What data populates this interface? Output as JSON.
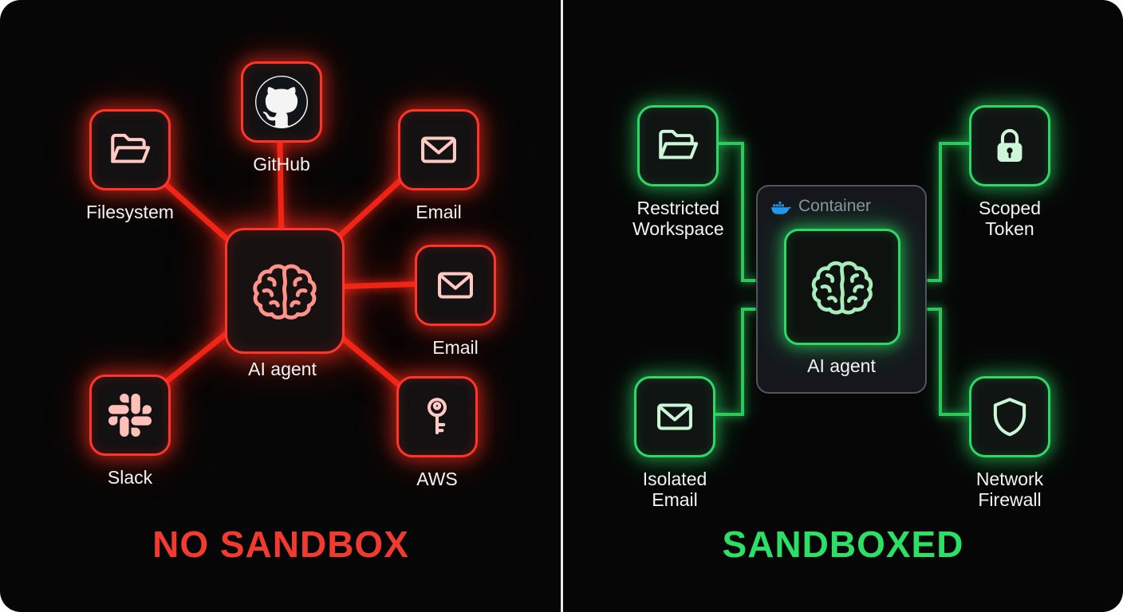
{
  "left": {
    "title": "NO SANDBOX",
    "accent": "#ff352b",
    "agent": {
      "label": "AI agent"
    },
    "nodes": [
      {
        "id": "filesystem",
        "label": "Filesystem",
        "icon": "folder-icon"
      },
      {
        "id": "github",
        "label": "GitHub",
        "icon": "github-icon"
      },
      {
        "id": "email-top",
        "label": "Email",
        "icon": "envelope-icon"
      },
      {
        "id": "email-right",
        "label": "Email",
        "icon": "envelope-icon"
      },
      {
        "id": "aws",
        "label": "AWS",
        "icon": "key-icon"
      },
      {
        "id": "slack",
        "label": "Slack",
        "icon": "slack-icon"
      }
    ]
  },
  "right": {
    "title": "SANDBOXED",
    "accent": "#2ce066",
    "container_label": "Container",
    "agent": {
      "label": "AI agent"
    },
    "nodes": [
      {
        "id": "restricted-workspace",
        "label": "Restricted\nWorkspace",
        "icon": "folder-icon"
      },
      {
        "id": "scoped-token",
        "label": "Scoped\nToken",
        "icon": "lock-icon"
      },
      {
        "id": "isolated-email",
        "label": "Isolated\nEmail",
        "icon": "envelope-icon"
      },
      {
        "id": "network-firewall",
        "label": "Network\nFirewall",
        "icon": "shield-icon"
      }
    ]
  }
}
